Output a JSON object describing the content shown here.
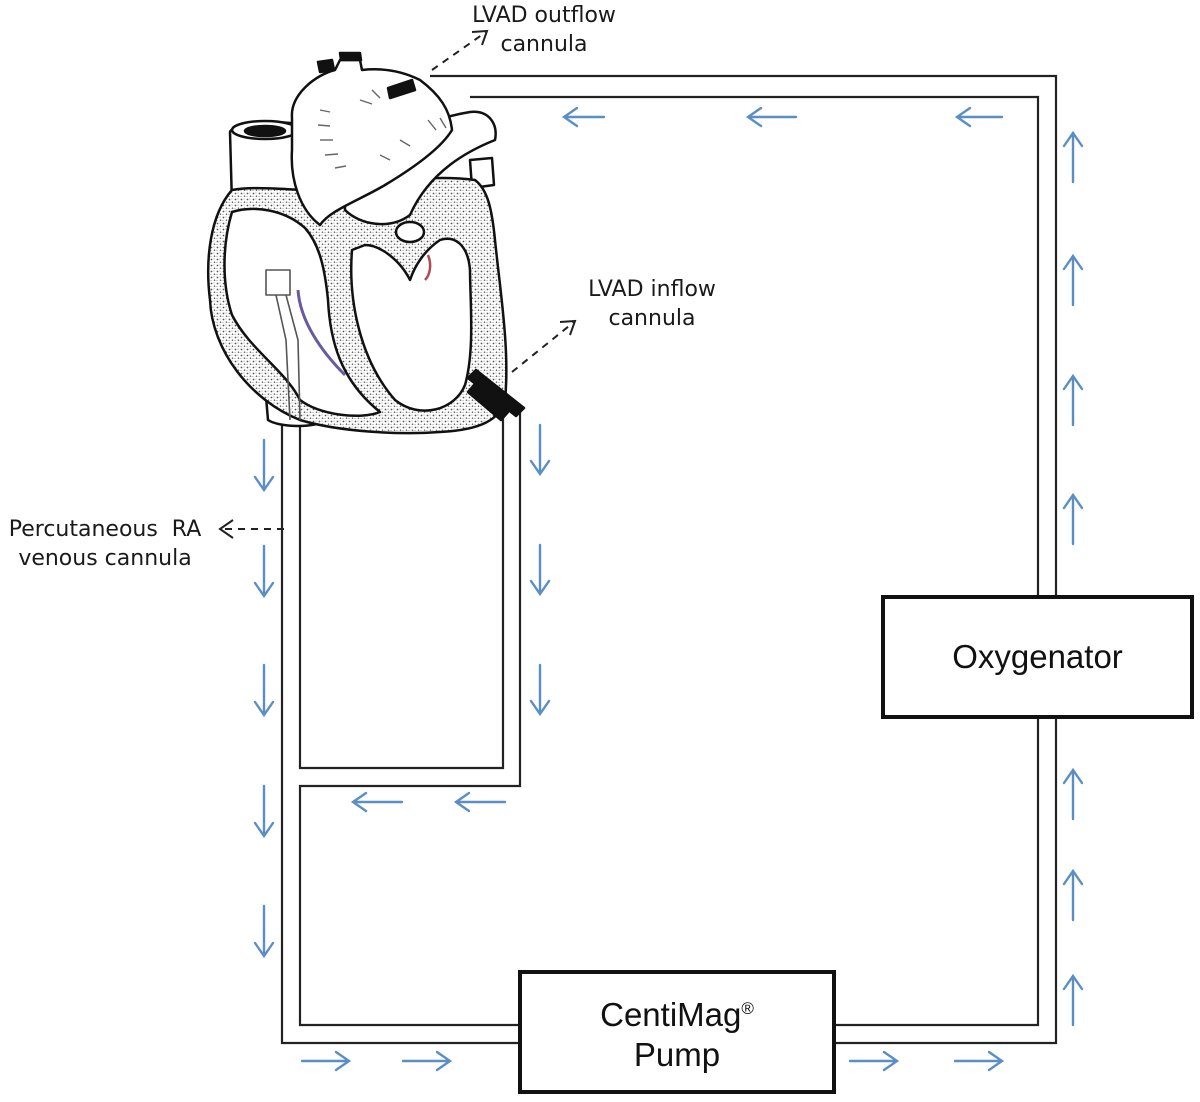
{
  "labels": {
    "outflow": [
      "LVAD outflow",
      "cannula"
    ],
    "inflow": [
      "LVAD inflow",
      "cannula"
    ],
    "venous": [
      "Percutaneous  RA",
      "venous cannula"
    ]
  },
  "components": {
    "oxygenator": "Oxygenator",
    "pump_name": "CentiMag",
    "pump_mark": "®",
    "pump_line2": "Pump"
  },
  "colors": {
    "flow_arrow": "#5b8ec4",
    "tubing": "#222222",
    "myocardium": "#8a8a8a",
    "septum_accent": "#6a5aa0",
    "valve_accent": "#b04a4a"
  },
  "icons": {
    "flow_arrow": "thin-arrow",
    "heart": "heart-cross-section-drawing"
  }
}
